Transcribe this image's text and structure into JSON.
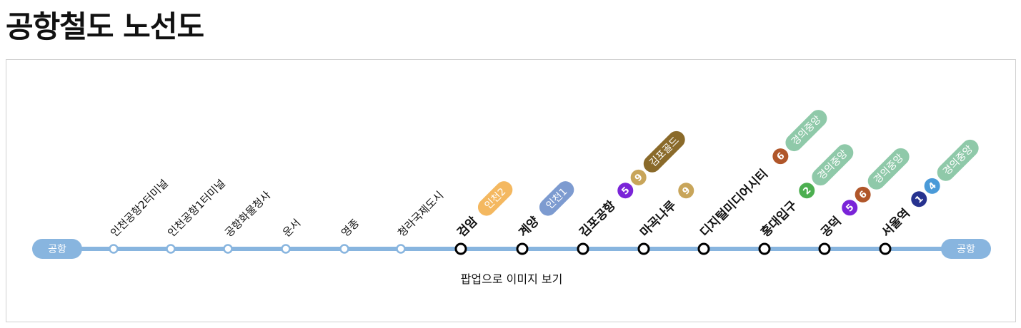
{
  "page_title": "공항철도 노선도",
  "line_color": "#88b5df",
  "terminals": {
    "left": "공항",
    "right": "공항"
  },
  "popup_link": "팝업으로 이미지 보기",
  "stations": [
    {
      "name": "인천공항2터미널",
      "major": false,
      "transfers": []
    },
    {
      "name": "인천공항1터미널",
      "major": false,
      "transfers": []
    },
    {
      "name": "공항화물청사",
      "major": false,
      "transfers": []
    },
    {
      "name": "운서",
      "major": false,
      "transfers": []
    },
    {
      "name": "영종",
      "major": false,
      "transfers": []
    },
    {
      "name": "청라국제도시",
      "major": false,
      "transfers": []
    },
    {
      "name": "검암",
      "major": true,
      "transfers": [
        {
          "label": "인천2",
          "type": "pill",
          "color": "#f4b860"
        }
      ]
    },
    {
      "name": "계양",
      "major": true,
      "transfers": [
        {
          "label": "인천1",
          "type": "pill",
          "color": "#7d9bd0"
        }
      ]
    },
    {
      "name": "김포공항",
      "major": true,
      "transfers": [
        {
          "label": "5",
          "type": "circle",
          "color": "#7a24d8"
        },
        {
          "label": "9",
          "type": "circle",
          "color": "#c8a55a"
        },
        {
          "label": "김포골드",
          "type": "pill",
          "color": "#8a6a2a"
        }
      ]
    },
    {
      "name": "마곡나루",
      "major": true,
      "transfers": [
        {
          "label": "9",
          "type": "circle",
          "color": "#c8a55a"
        }
      ]
    },
    {
      "name": "디지털미디어시티",
      "major": true,
      "transfers": [
        {
          "label": "6",
          "type": "circle",
          "color": "#b0562a"
        },
        {
          "label": "경의중앙",
          "type": "pill",
          "color": "#8fc9a9"
        }
      ]
    },
    {
      "name": "홍대입구",
      "major": true,
      "transfers": [
        {
          "label": "2",
          "type": "circle",
          "color": "#4caf50"
        },
        {
          "label": "경의중앙",
          "type": "pill",
          "color": "#8fc9a9"
        }
      ]
    },
    {
      "name": "공덕",
      "major": true,
      "transfers": [
        {
          "label": "5",
          "type": "circle",
          "color": "#7a24d8"
        },
        {
          "label": "6",
          "type": "circle",
          "color": "#b0562a"
        },
        {
          "label": "경의중앙",
          "type": "pill",
          "color": "#8fc9a9"
        }
      ]
    },
    {
      "name": "서울역",
      "major": true,
      "transfers": [
        {
          "label": "1",
          "type": "circle",
          "color": "#26328f"
        },
        {
          "label": "4",
          "type": "circle",
          "color": "#4a9ad8"
        },
        {
          "label": "경의중앙",
          "type": "pill",
          "color": "#8fc9a9"
        }
      ]
    }
  ]
}
